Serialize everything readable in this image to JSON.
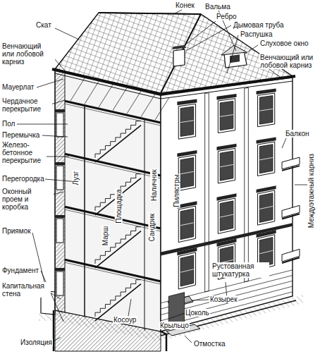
{
  "diagram": {
    "labels": [
      "Скат",
      "Конек",
      "Вальма",
      "Ребро",
      "Дымовая труба",
      "Распушка",
      "Венчающий или лобовой карниз",
      "Слуховое окно",
      "Венчающий или лобовой карниз",
      "Мауерлат",
      "Чердачное перекрытие",
      "Пол",
      "Перемычка",
      "Железо-бетонное перекрытие",
      "Перегородка",
      "Оконный проем и коробка",
      "Приямок",
      "Фундамент",
      "Капитальная стена",
      "Изоляция",
      "Лузг",
      "Марш",
      "Площадка",
      "Наличник",
      "Пилястры",
      "Сандрик",
      "Балкон",
      "Междуэтажный карниз",
      "Рустованная штукатурка",
      "Козырек",
      "Цоколь",
      "Крыльцо",
      "Отмостка",
      "Косоур"
    ]
  }
}
